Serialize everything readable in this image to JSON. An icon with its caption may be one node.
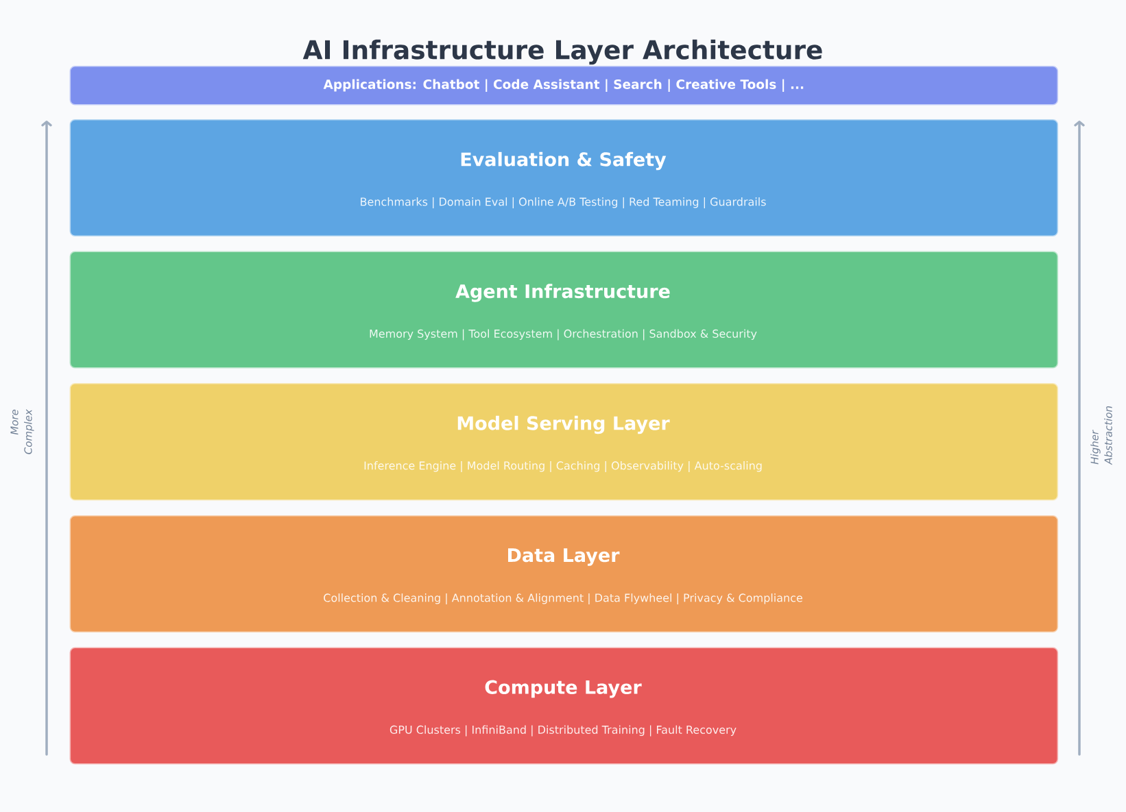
{
  "diagram": {
    "title": "AI Infrastructure Layer Architecture",
    "nodes": [
      {
        "text": [
          "Applications: Chatbot | Code Assistant | Search | Creative Tools | ..."
        ]
      },
      {
        "text": [
          "Evaluation & Safety",
          "Benchmarks | Domain Eval | Online A/B Testing | Red Teaming | Guardrails"
        ]
      },
      {
        "text": [
          "Agent Infrastructure",
          "Memory System | Tool Ecosystem | Orchestration | Sandbox & Security"
        ]
      },
      {
        "text": [
          "Model Serving Layer",
          "Inference Engine | Model Routing | Caching | Observability | Auto-scaling"
        ]
      },
      {
        "text": [
          "Data Layer",
          "Collection & Cleaning | Annotation & Alignment | Data Flywheel | Privacy & Compliance"
        ]
      },
      {
        "text": [
          "Compute Layer",
          "GPU Clusters | InfiniBand | Distributed Training | Fault Recovery"
        ]
      }
    ],
    "labels": [
      "More Complex",
      "Higher Abstraction"
    ]
  }
}
